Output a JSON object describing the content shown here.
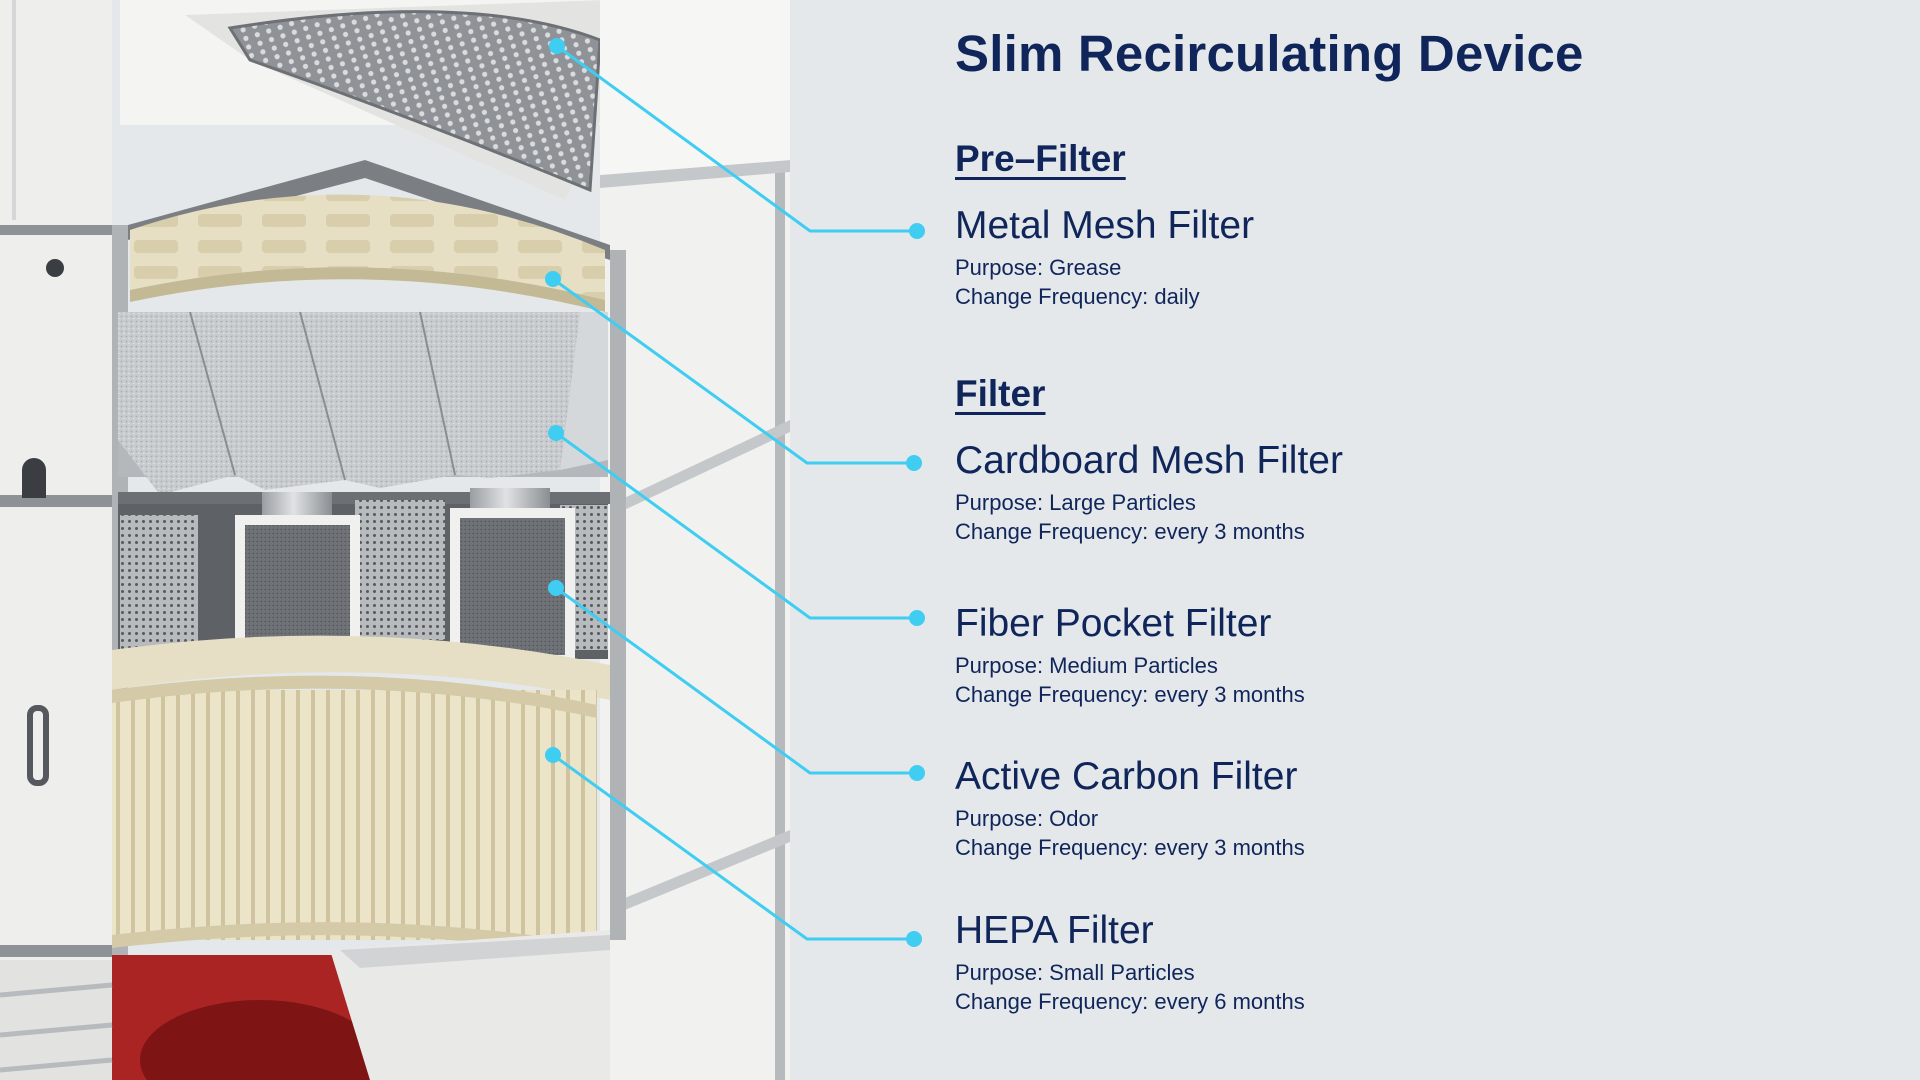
{
  "title": "Slim Recirculating Device",
  "sections": [
    {
      "heading": "Pre–Filter"
    },
    {
      "heading": "Filter"
    }
  ],
  "filters": [
    {
      "name": "Metal Mesh Filter",
      "purpose": "Purpose: Grease",
      "frequency": "Change Frequency: daily"
    },
    {
      "name": "Cardboard Mesh Filter",
      "purpose": "Purpose: Large Particles",
      "frequency": "Change Frequency: every 3 months"
    },
    {
      "name": "Fiber Pocket Filter",
      "purpose": "Purpose: Medium Particles",
      "frequency": "Change Frequency: every 3 months"
    },
    {
      "name": "Active Carbon Filter",
      "purpose": "Purpose: Odor",
      "frequency": "Change Frequency: every 3 months"
    },
    {
      "name": "HEPA Filter",
      "purpose": "Purpose: Small Particles",
      "frequency": "Change Frequency: every 6 months"
    }
  ],
  "colors": {
    "background": "#e4e8eb",
    "text": "#10265a",
    "callout": "#3fcdf2",
    "casing": "#ececea",
    "fan": "#b12626"
  }
}
